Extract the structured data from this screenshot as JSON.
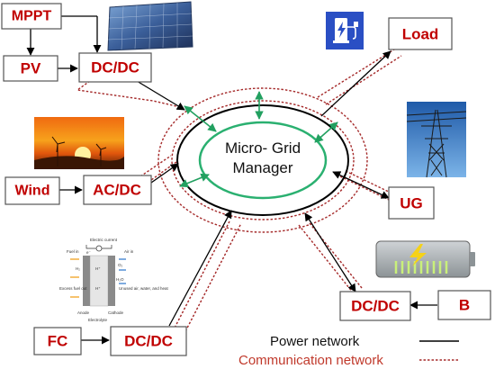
{
  "blocks": {
    "mppt": "MPPT",
    "pv": "PV",
    "dcdc_pv": "DC/DC",
    "wind": "Wind",
    "acdc": "AC/DC",
    "fc": "FC",
    "dcdc_fc": "DC/DC",
    "load": "Load",
    "ug": "UG",
    "dcdc_b": "DC/DC",
    "b": "B"
  },
  "manager": {
    "line1": "Micro- Grid",
    "line2": "Manager"
  },
  "legend": {
    "power": "Power network",
    "comm": "Communication network"
  },
  "fuel_cell": {
    "electric_current": "Electric current",
    "fuel_in": "Fuel in",
    "air_in": "Air in",
    "excess_fuel_out": "Excess fuel out",
    "unused_out": "Unused air, water, and heat",
    "anode": "Anode",
    "cathode": "Cathode",
    "electrolyte": "Electrolyte",
    "h2": "H₂",
    "o2": "O₂",
    "h2o": "H₂O",
    "e": "e⁻",
    "hplus": "H⁺"
  },
  "colors": {
    "block_text": "#c00000",
    "power_line": "#000000",
    "comm_line": "#a52a2a",
    "manager_arrows": "#22a060",
    "manager_ring": "#2ab070"
  }
}
